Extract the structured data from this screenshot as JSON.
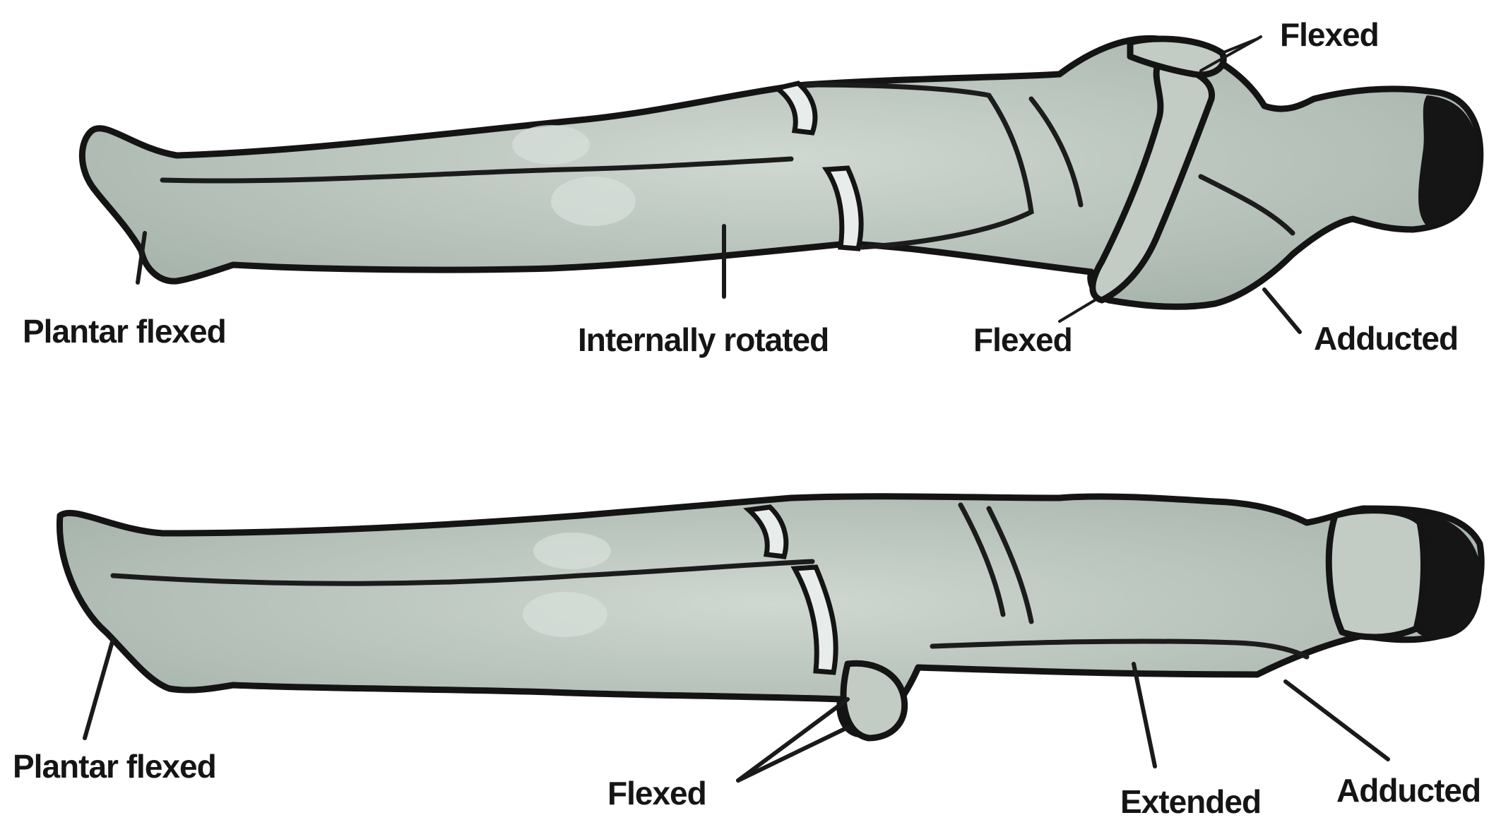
{
  "figure_top": {
    "labels": {
      "plantar": "Plantar flexed",
      "internal": "Internally rotated",
      "flexed_top": "Flexed",
      "flexed_bottom": "Flexed",
      "adducted": "Adducted"
    }
  },
  "figure_bottom": {
    "labels": {
      "plantar": "Plantar flexed",
      "flexed": "Flexed",
      "extended": "Extended",
      "adducted": "Adducted"
    }
  },
  "colors": {
    "body_fill": "#b9c5bd",
    "outline": "#141414",
    "background": "#ffffff"
  }
}
